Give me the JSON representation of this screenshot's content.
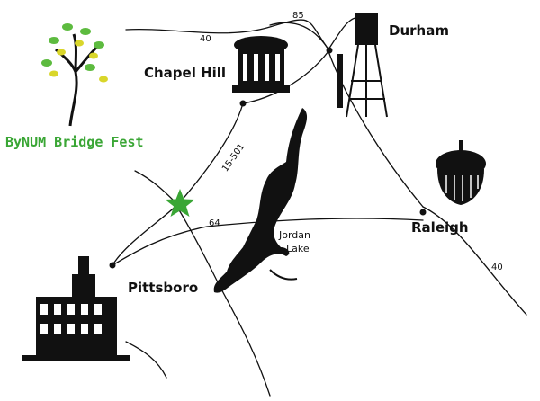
{
  "map": {
    "fest_title": "ByNUM Bridge Fest",
    "cities": {
      "chapel_hill": "Chapel Hill",
      "durham": "Durham",
      "raleigh": "Raleigh",
      "pittsboro": "Pittsboro"
    },
    "lake": {
      "line1": "Jordan",
      "line2": "Lake"
    },
    "highways": {
      "i40_west": "40",
      "i85": "85",
      "us15_501": "15-501",
      "us64": "64",
      "i40_east": "40"
    },
    "colors": {
      "ink": "#111111",
      "accent_green": "#3aa635",
      "leaf_yellow": "#d9d62a",
      "leaf_green": "#5dbb3f"
    },
    "icons": {
      "tree": "tree-icon",
      "old_well": "old-well-icon",
      "water_tower": "water-tower-icon",
      "acorn": "acorn-icon",
      "courthouse": "courthouse-icon",
      "star": "star-icon"
    }
  }
}
